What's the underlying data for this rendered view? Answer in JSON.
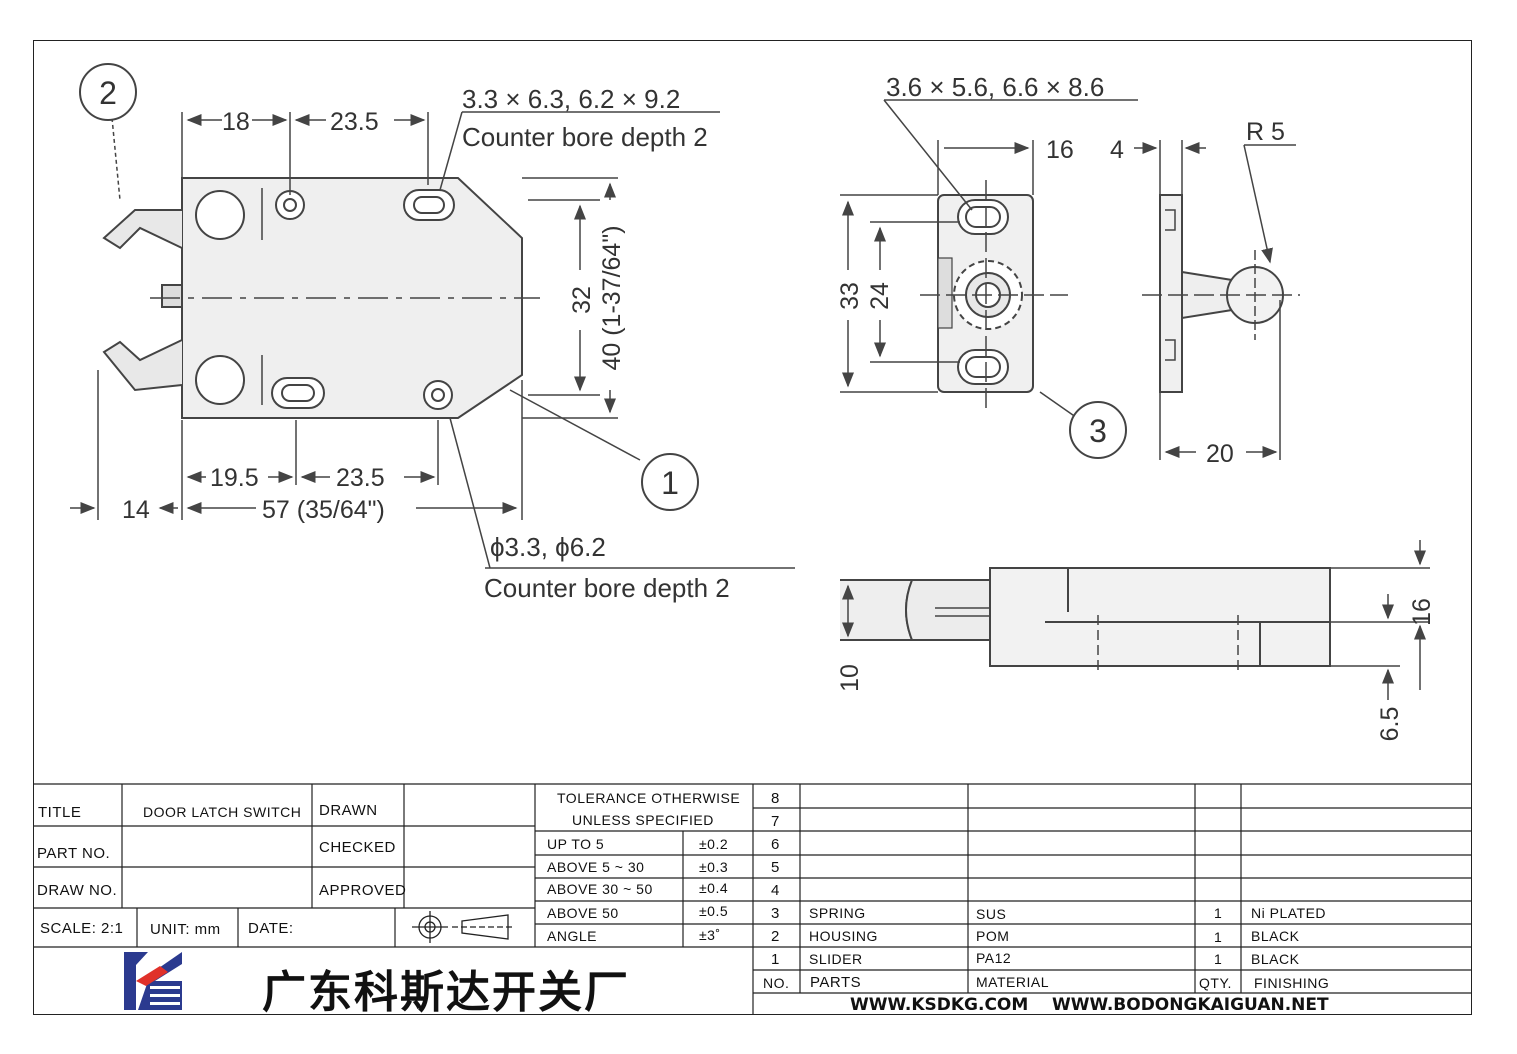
{
  "drawing": {
    "callouts": [
      "1",
      "2",
      "3"
    ],
    "top_view": {
      "dim_18": "18",
      "dim_23_5_top": "23.5",
      "hole_spec_top": "3.3 × 6.3, 6.2 × 9.2",
      "counter_bore_top": "Counter bore depth 2",
      "dim_32": "32",
      "dim_40": "40 (1-37/64\")",
      "dim_19_5": "19.5",
      "dim_23_5_bottom": "23.5",
      "dim_14": "14",
      "dim_57": "57 (35/64\")",
      "hole_spec_bottom": "ϕ3.3, ϕ6.2",
      "counter_bore_bottom": "Counter bore depth 2"
    },
    "striker_view": {
      "hole_spec": "3.6 × 5.6, 6.6 × 8.6",
      "dim_16": "16",
      "dim_4": "4",
      "dim_r5": "R 5",
      "dim_33": "33",
      "dim_24": "24",
      "dim_20": "20"
    },
    "side_view": {
      "dim_10": "10",
      "dim_16": "16",
      "dim_6_5": "6.5"
    }
  },
  "title_block": {
    "title_label": "TITLE",
    "title_value": "DOOR LATCH SWITCH",
    "part_no_label": "PART NO.",
    "draw_no_label": "DRAW NO.",
    "drawn_label": "DRAWN",
    "checked_label": "CHECKED",
    "approved_label": "APPROVED",
    "scale": "SCALE: 2:1",
    "unit": "UNIT: mm",
    "date": "DATE:"
  },
  "tolerance": {
    "header_line1": "TOLERANCE OTHERWISE",
    "header_line2": "UNLESS SPECIFIED",
    "rows": [
      {
        "range": "UP TO 5",
        "value": "±0.2"
      },
      {
        "range": "ABOVE 5 ~ 30",
        "value": "±0.3"
      },
      {
        "range": "ABOVE 30 ~ 50",
        "value": "±0.4"
      },
      {
        "range": "ABOVE 50",
        "value": "±0.5"
      },
      {
        "range": "ANGLE",
        "value": "±3˚"
      }
    ]
  },
  "bom": {
    "rows": [
      {
        "no": "8",
        "part": "",
        "material": "",
        "qty": "",
        "finishing": ""
      },
      {
        "no": "7",
        "part": "",
        "material": "",
        "qty": "",
        "finishing": ""
      },
      {
        "no": "6",
        "part": "",
        "material": "",
        "qty": "",
        "finishing": ""
      },
      {
        "no": "5",
        "part": "",
        "material": "",
        "qty": "",
        "finishing": ""
      },
      {
        "no": "4",
        "part": "",
        "material": "",
        "qty": "",
        "finishing": ""
      },
      {
        "no": "3",
        "part": "SPRING",
        "material": "SUS",
        "qty": "1",
        "finishing": "Ni PLATED"
      },
      {
        "no": "2",
        "part": "HOUSING",
        "material": "POM",
        "qty": "1",
        "finishing": "BLACK"
      },
      {
        "no": "1",
        "part": "SLIDER",
        "material": "PA12",
        "qty": "1",
        "finishing": "BLACK"
      }
    ],
    "headers": {
      "no": "NO.",
      "part": "PARTS",
      "material": "MATERIAL",
      "qty": "QTY.",
      "finishing": "FINISHING"
    }
  },
  "company": {
    "name_cn": "广东科斯达开关厂",
    "urls": "WWW.KSDKG.COM    WWW.BODONGKAIGUAN.NET",
    "logo_colors": [
      "#2b3a8f",
      "#e0312a"
    ]
  }
}
